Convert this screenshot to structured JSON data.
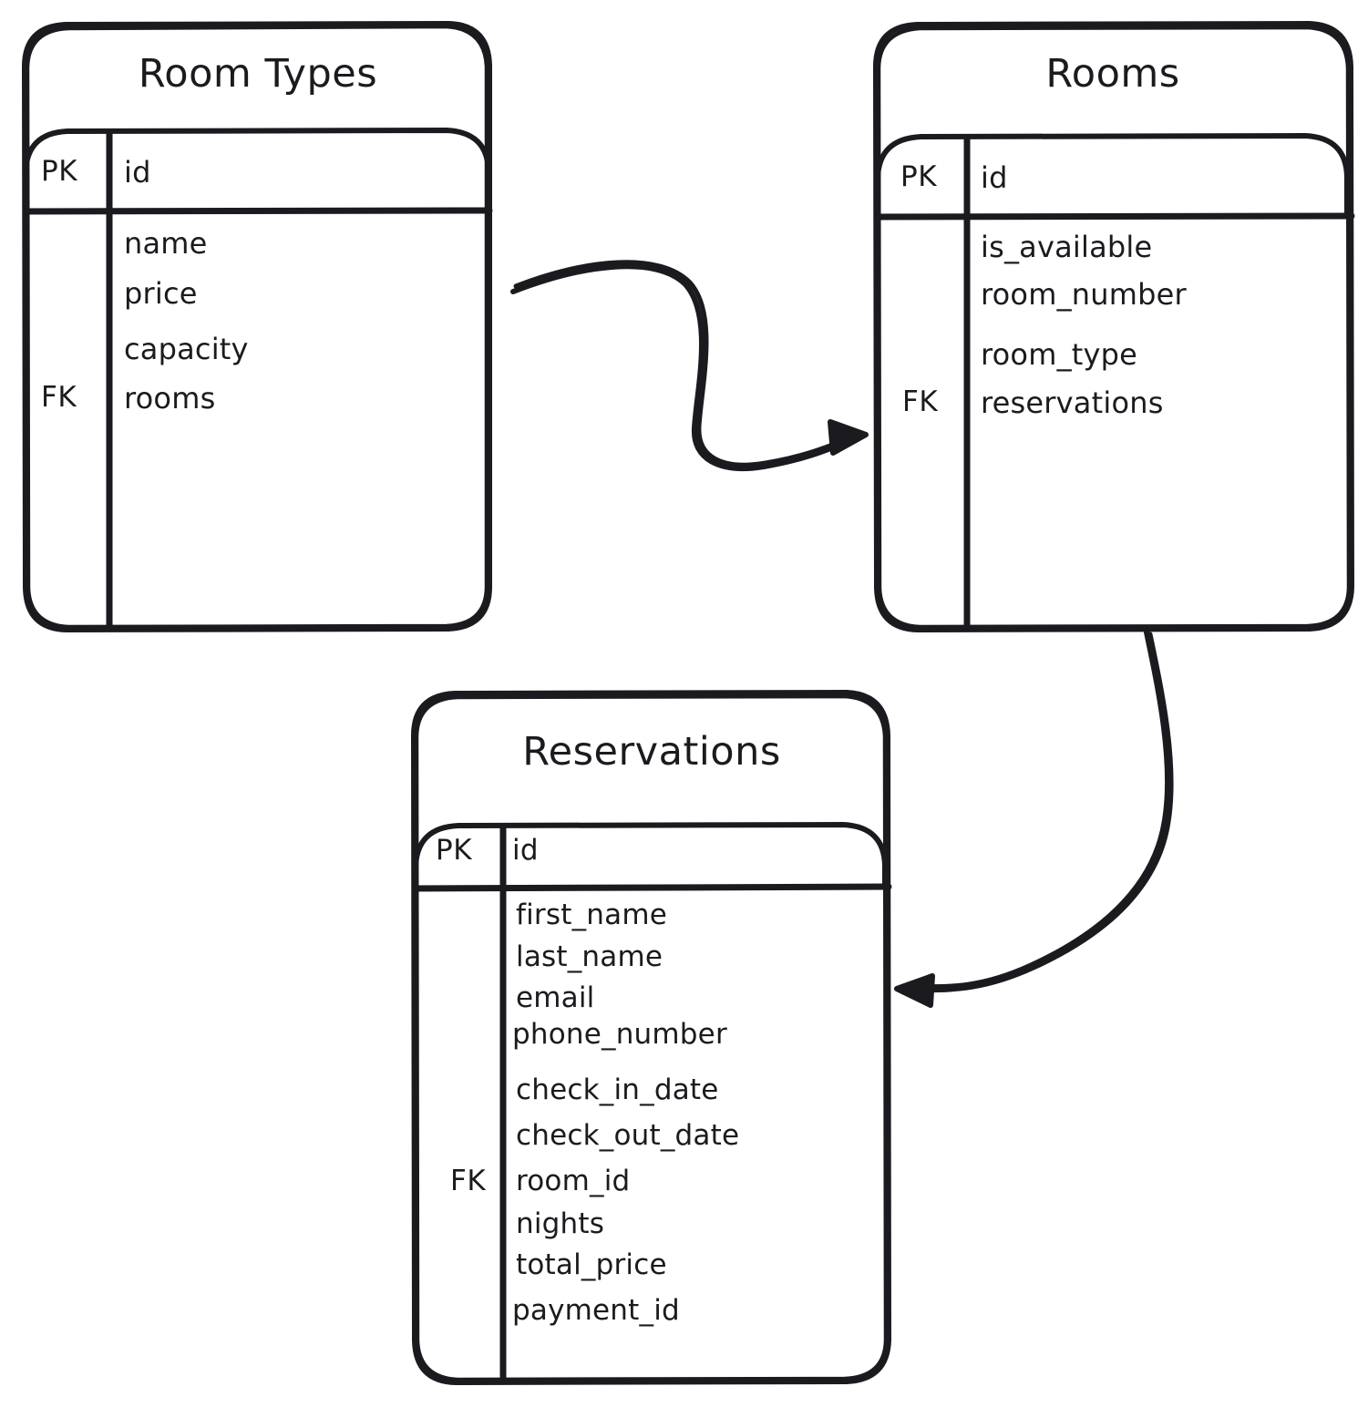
{
  "diagram": {
    "kind": "entity-relationship-diagram",
    "style": "hand-drawn-sketch",
    "background_color": "#ffffff",
    "stroke_color": "#1b1b1f",
    "entities": [
      {
        "id": "room_types",
        "title": "Room Types",
        "primary_key_label": "PK",
        "foreign_key_label": "FK",
        "primary_key_field": "id",
        "fields": [
          "name",
          "price",
          "capacity",
          "rooms"
        ],
        "foreign_key_field": "rooms"
      },
      {
        "id": "rooms",
        "title": "Rooms",
        "primary_key_label": "PK",
        "foreign_key_label": "FK",
        "primary_key_field": "id",
        "fields": [
          "is_available",
          "room_number",
          "room_type",
          "reservations"
        ],
        "foreign_key_field": "reservations"
      },
      {
        "id": "reservations",
        "title": "Reservations",
        "primary_key_label": "PK",
        "foreign_key_label": "FK",
        "primary_key_field": "id",
        "fields": [
          "first_name",
          "last_name",
          "email",
          "phone_number",
          "check_in_date",
          "check_out_date",
          "room_id",
          "nights",
          "total_price",
          "payment_id"
        ],
        "foreign_key_field": "room_id"
      }
    ],
    "relationships": [
      {
        "id": "rel-room-types-rooms",
        "from": "room_types",
        "to": "rooms",
        "arrow": "single-headed"
      },
      {
        "id": "rel-rooms-reservations",
        "from": "rooms",
        "to": "reservations",
        "arrow": "single-headed"
      }
    ]
  }
}
